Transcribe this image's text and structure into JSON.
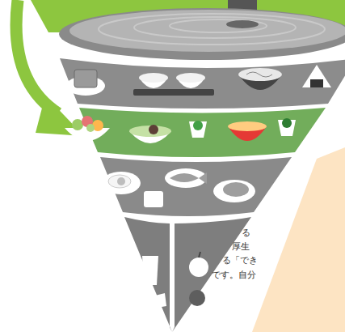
{
  "diagram": {
    "labels": [
      "る",
      "厚生",
      "る「でき",
      "です。自分"
    ]
  }
}
